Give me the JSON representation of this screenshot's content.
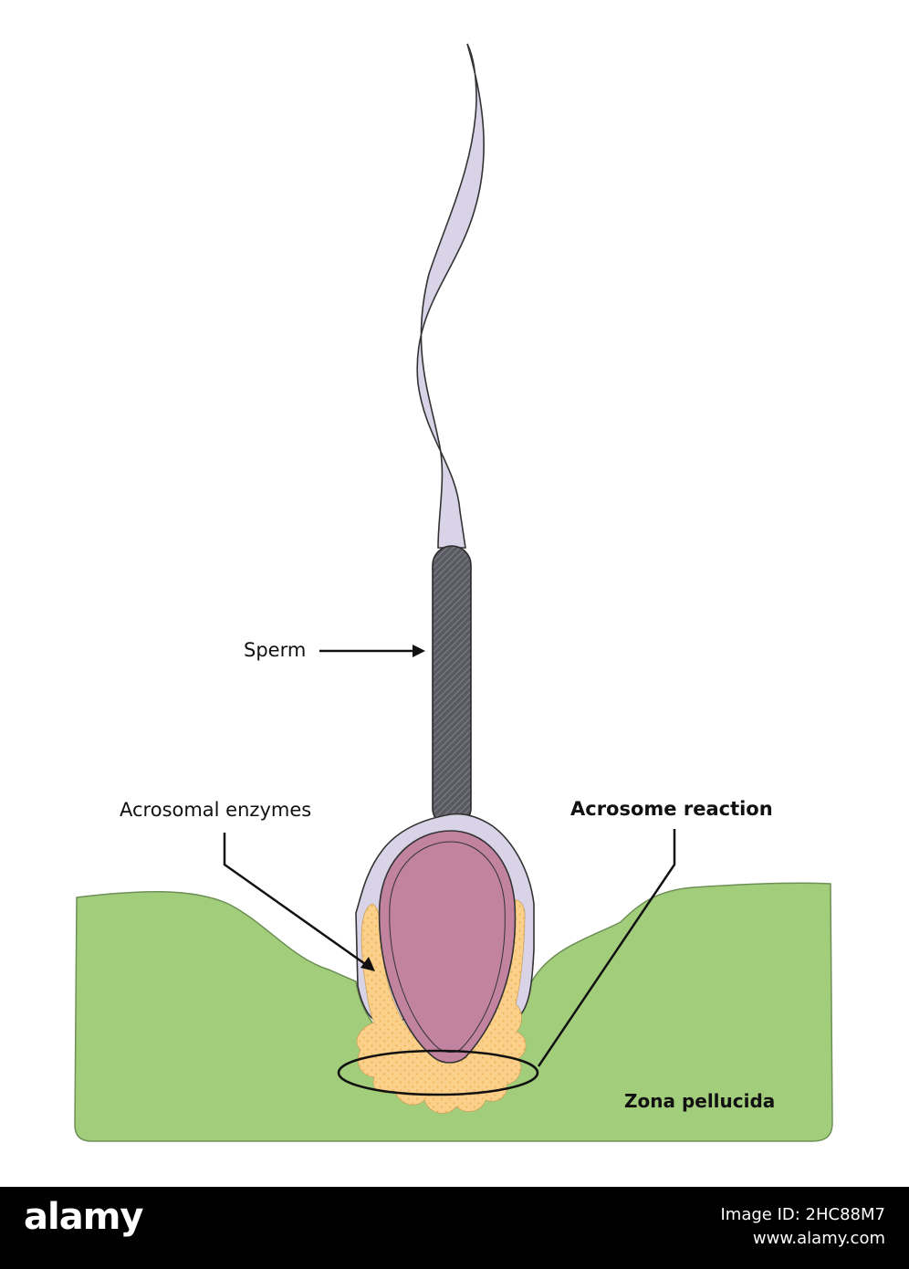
{
  "labels": {
    "sperm": "Sperm",
    "acrosomal_enzymes": "Acrosomal enzymes",
    "acrosome_reaction": "Acrosome reaction",
    "zona_pellucida": "Zona pellucida"
  },
  "colors": {
    "zona": "#a2ce7c",
    "zona_outline": "#6e8f55",
    "tail": "#d9d3e8",
    "midpiece": "#5a5a62",
    "nucleus": "#c283a1",
    "acrosome": "#fbd08a",
    "acrosome_dots": "#f0b45c",
    "outline": "#333333"
  },
  "footer": {
    "brand": "alamy",
    "image_id": "Image ID: 2HC88M7",
    "url": "www.alamy.com"
  }
}
